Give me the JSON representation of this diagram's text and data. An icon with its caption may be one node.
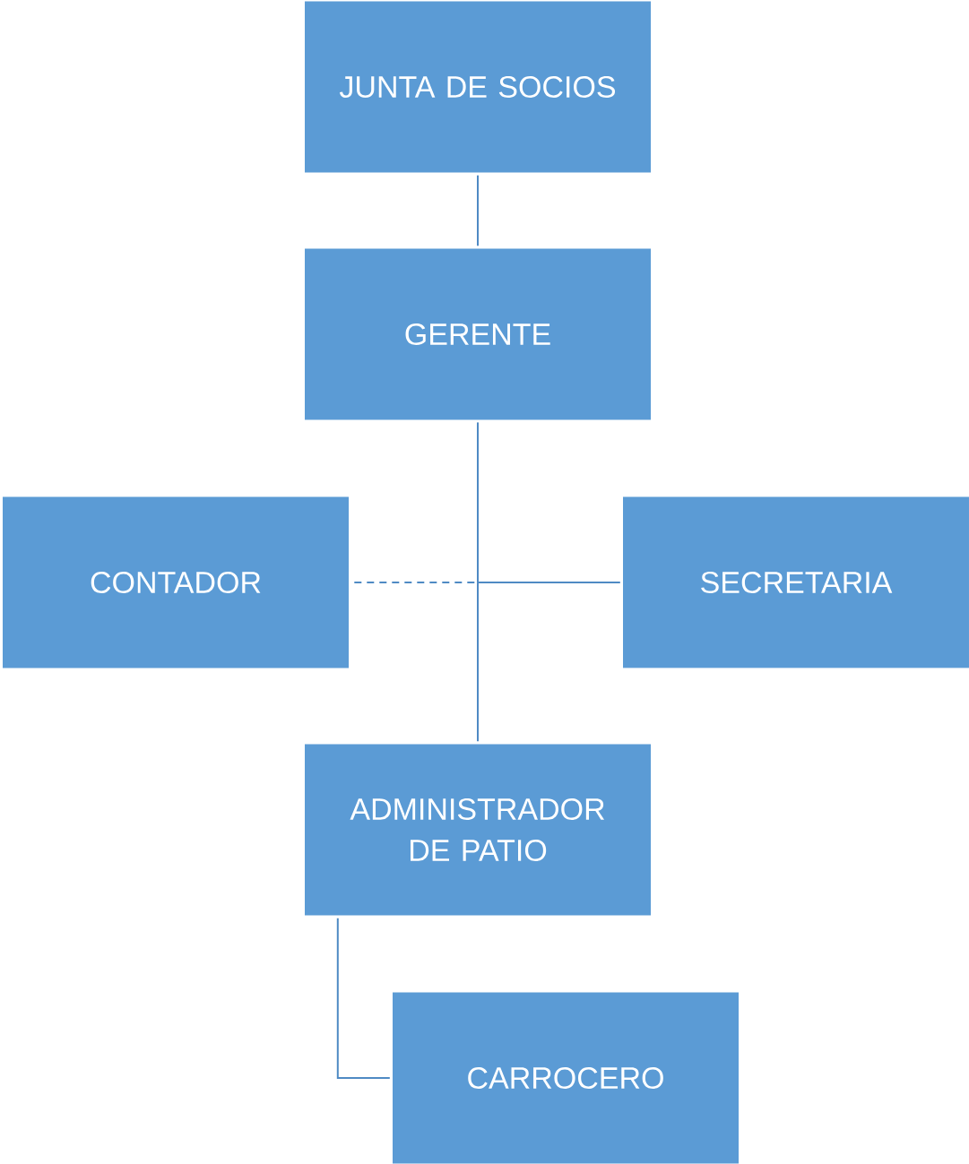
{
  "diagram": {
    "nodes": [
      {
        "text": [
          "JUNTA DE SOCIOS"
        ]
      },
      {
        "text": [
          "GERENTE"
        ]
      },
      {
        "text": [
          "CONTADOR"
        ]
      },
      {
        "text": [
          "SECRETARIA"
        ]
      },
      {
        "text": [
          "ADMINISTRADOR DE PATIO"
        ]
      },
      {
        "text": [
          "CARROCERO"
        ]
      }
    ],
    "edges": [
      {
        "from": 1,
        "to": 2,
        "arrow": "none",
        "style": "dashed"
      },
      {
        "from": 0,
        "to": 1,
        "arrow": "none"
      },
      {
        "from": 1,
        "to": 4,
        "arrow": "none"
      },
      {
        "from": 1,
        "to": 3,
        "arrow": "none"
      },
      {
        "from": 4,
        "to": 5,
        "arrow": "none"
      }
    ]
  }
}
